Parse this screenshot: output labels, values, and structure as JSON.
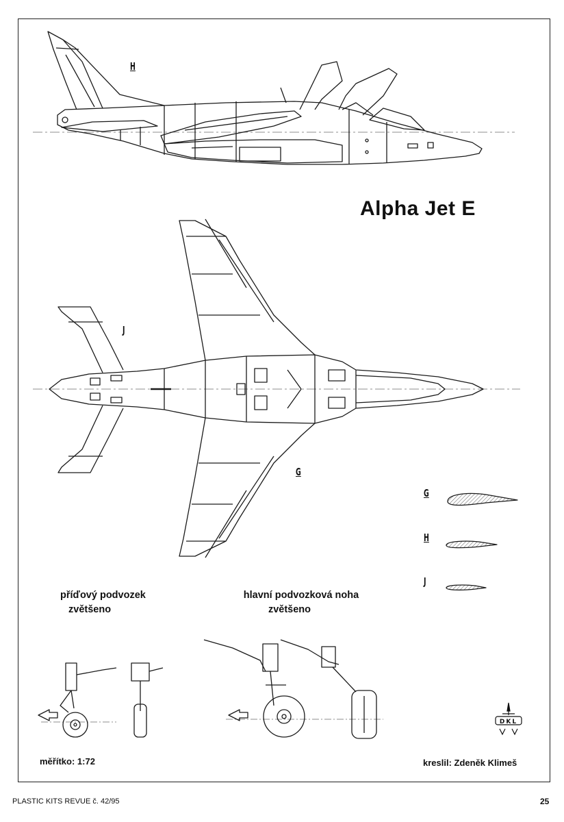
{
  "title": "Alpha Jet E",
  "views": {
    "side_label": "H",
    "top_label_tail": "J",
    "top_label_wing": "G"
  },
  "sections": [
    {
      "label": "G"
    },
    {
      "label": "H"
    },
    {
      "label": "J"
    }
  ],
  "captions": {
    "nose_gear_line1": "příďový podvozek",
    "nose_gear_line2": "zvětšeno",
    "main_gear_line1": "hlavní podvozková noha",
    "main_gear_line2": "zvětšeno"
  },
  "scale": "měřítko: 1:72",
  "author": "kreslil: Zdeněk Klimeš",
  "logo_text": "DKL",
  "footer": {
    "publication": "PLASTIC KITS REVUE č. 42/95",
    "page_number": "25"
  }
}
